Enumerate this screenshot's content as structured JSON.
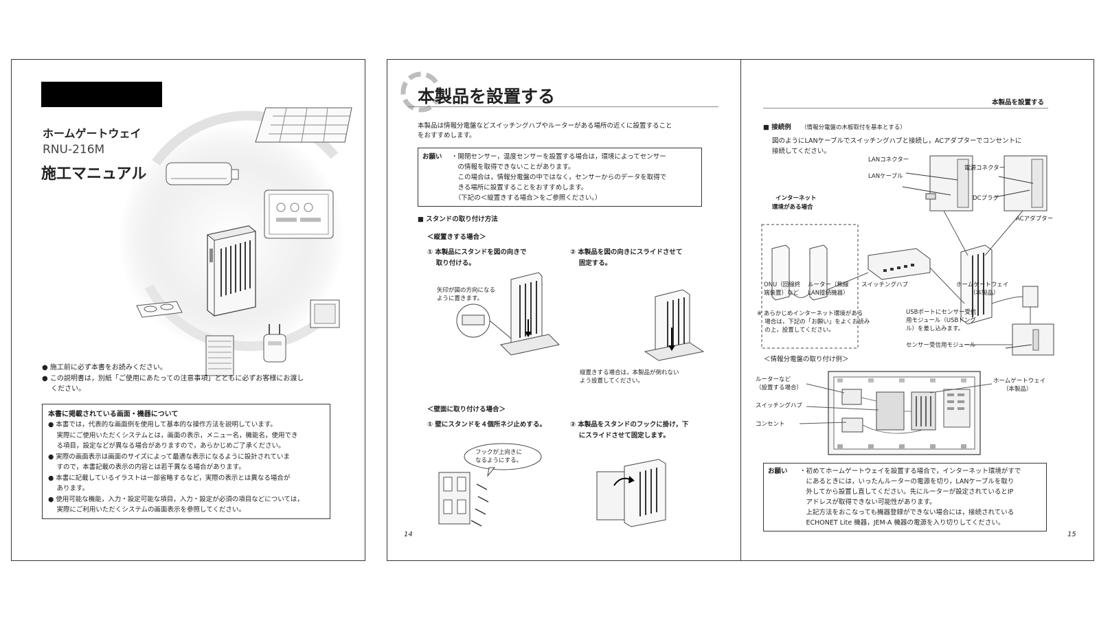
{
  "cover": {
    "title_line1": "ホームゲートウェイ",
    "model": "RNU-216M",
    "title_line2": "施工マニュアル",
    "bullets": [
      "● 施工前に必ず本書をお読みください。",
      "● この説明書は，別紙「ご使用にあたっての注意事項」とともに必ずお客様にお渡し",
      "　 ください。"
    ],
    "notice": {
      "heading": "本書に掲載されている画面・機器について",
      "lines": [
        "● 本書では，代表的な画面例を使用して基本的な操作方法を説明しています。",
        "　 実際にご使用いただくシステムとは，画面の表示，メニュー名，機能名，使用でき",
        "　 る項目，設定などが異なる場合がありますので，あらかじめご了承ください。",
        "● 実際の画面表示は画面のサイズによって最適な表示になるように設計されていま",
        "　 すので，本書記載の表示の内容とは若干異なる場合があります。",
        "● 本書に記載しているイラストは一部省略するなど，実際の表示とは異なる場合が",
        "　 あります。",
        "● 使用可能な機能，入力・設定可能な項目，入力・設定が必須の項目などについては，",
        "　 実際にご利用いただくシステムの画面表示を参照してください。"
      ]
    }
  },
  "left_page": {
    "title": "本製品を設置する",
    "intro": [
      "本製品は情報分電盤などスイッチングハブやルーターがある場所の近くに設置すること",
      "をおすすめします。"
    ],
    "request_label": "お願い",
    "request_lines": [
      "・開閉センサー，温度センサーを設置する場合は，環境によってセンサー",
      "　の情報を取得できないことがあります。",
      "　この場合は，情報分電盤の中ではなく，センサーからのデータを取得で",
      "　きる場所に設置することをおすすめします。",
      "　（下記の＜縦置きする場合＞をご参照ください。）"
    ],
    "stand_heading": "■ スタンドの取り付け方法",
    "vertical_heading": "＜縦置きする場合＞",
    "vertical_step1": [
      "① 本製品にスタンドを図の向きで",
      "　 取り付ける。"
    ],
    "vertical_step2": [
      "② 本製品を図の向きにスライドさせて",
      "　 固定する。"
    ],
    "arrow_note": [
      "矢印が図の方向になる",
      "ように置きます。"
    ],
    "vertical_note": [
      "縦置きする場合は，本製品が倒れない",
      "よう設置してください。"
    ],
    "wall_heading": "＜壁面に取り付ける場合＞",
    "wall_step1": "① 壁にスタンドを４個所ネジ止めする。",
    "wall_step2": [
      "② 本製品をスタンドのフックに掛け，下",
      "　 にスライドさせて固定します。"
    ],
    "hook_bubble": [
      "フックが上向きに",
      "なるようにする。"
    ],
    "page_number": "14"
  },
  "right_page": {
    "header": "本製品を設置する",
    "connection_heading": "■ 接続例",
    "connection_sub": "（情報分電盤の木板取付を基本とする）",
    "connection_intro": [
      "図のようにLANケーブルでスイッチングハブと接続し，ACアダプターでコンセントに",
      "接続してください。"
    ],
    "labels": {
      "lan_connector": "LANコネクター",
      "lan_cable": "LANケーブル",
      "power_connector": "電源コネクター",
      "dc_plug": "DCプラグ",
      "internet_env": [
        "インターネット",
        "環境がある場合"
      ],
      "ac_adapter": "ACアダプター",
      "onu": [
        "ONU（回線終",
        "端装置）など"
      ],
      "router": [
        "ルーター（無線",
        "LAN接続機器）"
      ],
      "switching_hub": "スイッチングハブ",
      "hgw": [
        "ホームゲートウェイ",
        "（本製品）"
      ],
      "usb_note": [
        "USBポートにセンサー受信",
        "用モジュール（USBドング",
        "ル）を差し込みます。"
      ],
      "sensor_module": "センサー受信用モジュール"
    },
    "footnote": [
      "※ あらかじめインターネット環境がある",
      "　 場合は，下記の「お願い」をよくお読み",
      "　 の上，設置してください。"
    ],
    "panel_heading": "＜情報分電盤の取り付け例＞",
    "panel_labels": {
      "router": [
        "ルーターなど",
        "（設置する場合）"
      ],
      "switching_hub": "スイッチングハブ",
      "outlet": "コンセント",
      "hgw": [
        "ホームゲートウェイ",
        "（本製品）"
      ]
    },
    "request_label": "お願い",
    "request_lines": [
      "・初めてホームゲートウェイを設置する場合で，インターネット環境がすで",
      "　にあるときには，いったんルーターの電源を切り，LANケーブルを取り",
      "　外してから設置し直してください。先にルーターが設定されているとIP",
      "　アドレスが取得できない可能性があります。",
      "　上記方法をおこなっても機器登録ができない場合には，接続されている",
      "　ECHONET Lite 機器，JEM-A 機器の電源を入り切りしてください。"
    ],
    "page_number": "15"
  }
}
